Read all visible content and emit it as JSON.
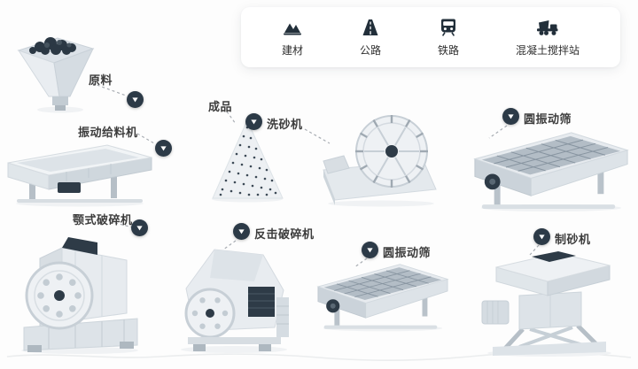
{
  "legend": {
    "items": [
      {
        "label": "建材",
        "icon": "building-materials-icon"
      },
      {
        "label": "公路",
        "icon": "highway-icon"
      },
      {
        "label": "铁路",
        "icon": "railway-icon"
      },
      {
        "label": "混凝土搅拌站",
        "icon": "mixer-truck-icon"
      }
    ]
  },
  "machines": {
    "raw_material": {
      "label": "原料"
    },
    "vibrating_feeder": {
      "label": "振动给料机"
    },
    "finished_product": {
      "label": "成品"
    },
    "sand_washer": {
      "label": "洗砂机"
    },
    "vibrating_screen_top": {
      "label": "圆振动筛"
    },
    "jaw_crusher": {
      "label": "颚式破碎机"
    },
    "impact_crusher": {
      "label": "反击破碎机"
    },
    "vibrating_screen_bottom": {
      "label": "圆振动筛"
    },
    "sand_maker": {
      "label": "制砂机"
    }
  },
  "colors": {
    "marker_bg": "#2c3a47",
    "machine_light": "#eef1f4",
    "machine_mid": "#dde3e8",
    "machine_dark": "#2e3b47",
    "connector": "#a8adb3",
    "label_text": "#3c3c3c"
  }
}
